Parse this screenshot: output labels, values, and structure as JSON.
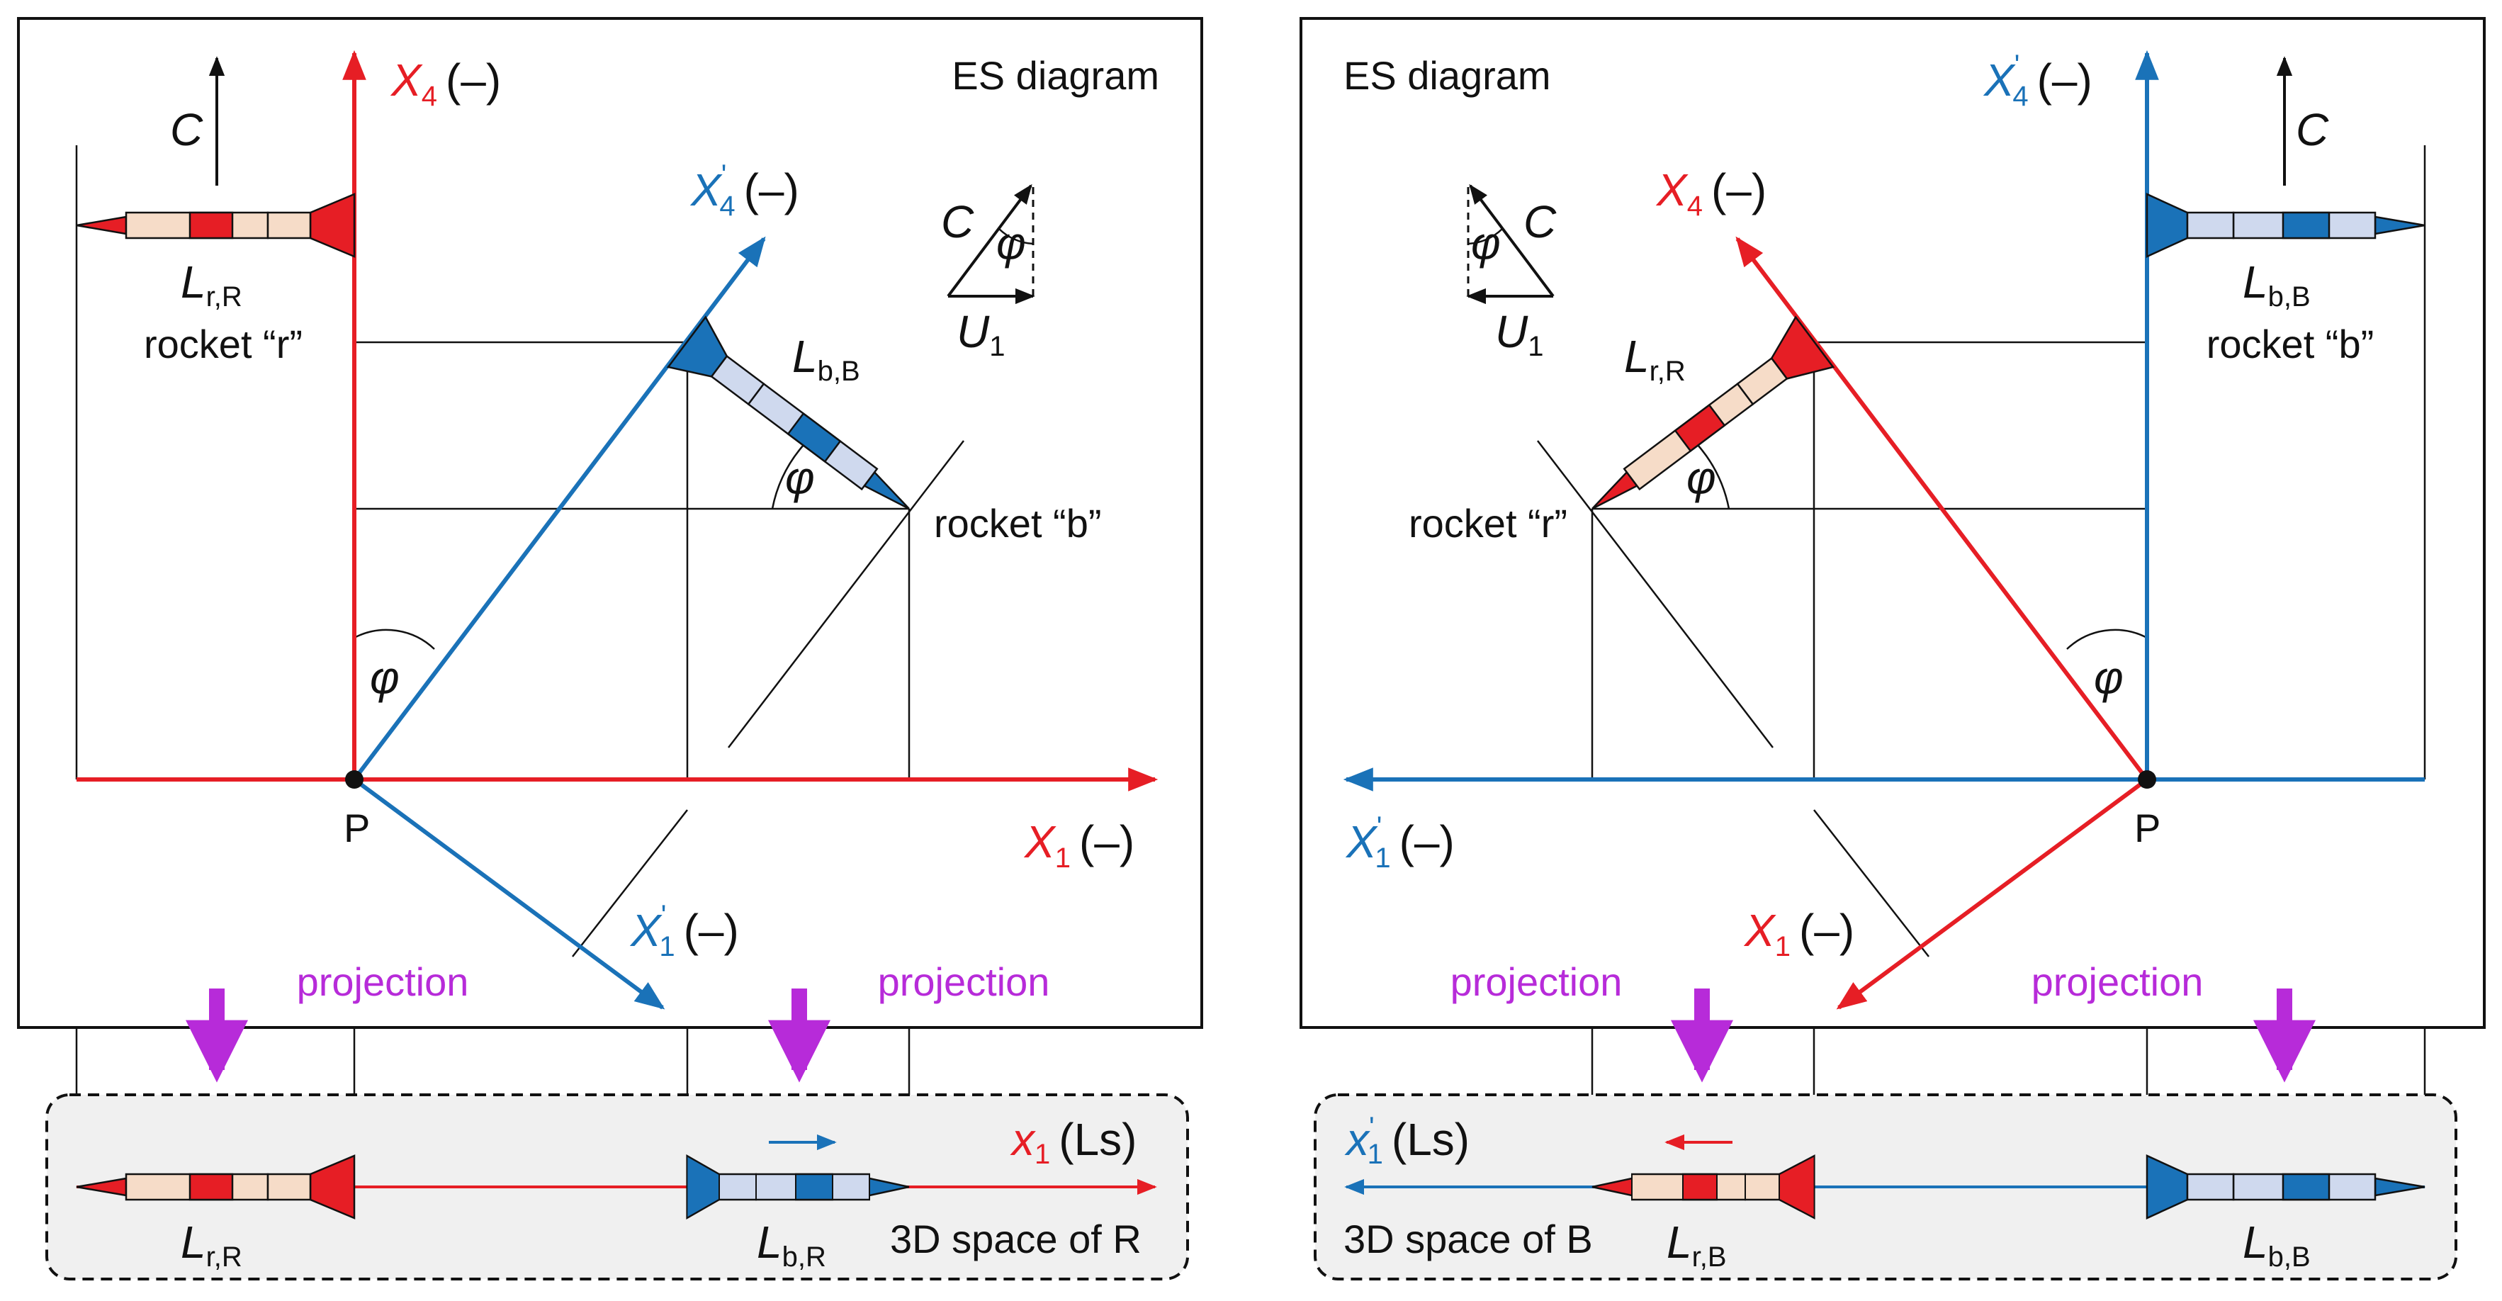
{
  "colors": {
    "red": "#e61e25",
    "blue": "#1a72b8",
    "red_light": "#f6dcc8",
    "blue_light": "#cfd9ee",
    "projection": "#b72bd9",
    "space_fill": "#f0f0f0"
  },
  "left": {
    "title": "ES diagram",
    "x4_axis": {
      "var": "X",
      "sub": "4",
      "prime": "",
      "suffix": "(–)"
    },
    "x1_axis": {
      "var": "X",
      "sub": "1",
      "prime": "",
      "suffix": "(–)"
    },
    "x4p_axis": {
      "var": "X",
      "sub": "4",
      "prime": "'",
      "suffix": "(–)"
    },
    "x1p_axis": {
      "var": "X",
      "sub": "1",
      "prime": "'",
      "suffix": "(–)"
    },
    "c_label": "C",
    "rocket_r_length": {
      "main": "L",
      "sub": "r,R"
    },
    "rocket_r_name": "rocket “r”",
    "rocket_b_length": {
      "main": "L",
      "sub": "b,B"
    },
    "rocket_b_name": "rocket “b”",
    "phi": "φ",
    "point": "P",
    "inset_c": "C",
    "inset_u": {
      "main": "U",
      "sub": "1"
    },
    "projection_a": "projection",
    "projection_b": "projection",
    "space_axis": {
      "var": "x",
      "sub": "1",
      "prime": "",
      "suffix": "(Ls)"
    },
    "space_r_length": {
      "main": "L",
      "sub": "r,R"
    },
    "space_b_length": {
      "main": "L",
      "sub": "b,R"
    },
    "space_caption": "3D space of R"
  },
  "right": {
    "title": "ES diagram",
    "x4p_axis": {
      "var": "X",
      "sub": "4",
      "prime": "'",
      "suffix": "(–)"
    },
    "x4_axis": {
      "var": "X",
      "sub": "4",
      "prime": "",
      "suffix": "(–)"
    },
    "x1p_axis": {
      "var": "X",
      "sub": "1",
      "prime": "'",
      "suffix": "(–)"
    },
    "x1_axis": {
      "var": "X",
      "sub": "1",
      "prime": "",
      "suffix": "(–)"
    },
    "c_label": "C",
    "rocket_b_length": {
      "main": "L",
      "sub": "b,B"
    },
    "rocket_b_name": "rocket “b”",
    "rocket_r_length": {
      "main": "L",
      "sub": "r,R"
    },
    "rocket_r_name": "rocket “r”",
    "phi": "φ",
    "point": "P",
    "inset_c": "C",
    "inset_u": {
      "main": "U",
      "sub": "1"
    },
    "projection_a": "projection",
    "projection_b": "projection",
    "space_axis": {
      "var": "x",
      "sub": "1",
      "prime": "'",
      "suffix": "(Ls)"
    },
    "space_r_length": {
      "main": "L",
      "sub": "r,B"
    },
    "space_b_length": {
      "main": "L",
      "sub": "b,B"
    },
    "space_caption": "3D space of B"
  }
}
